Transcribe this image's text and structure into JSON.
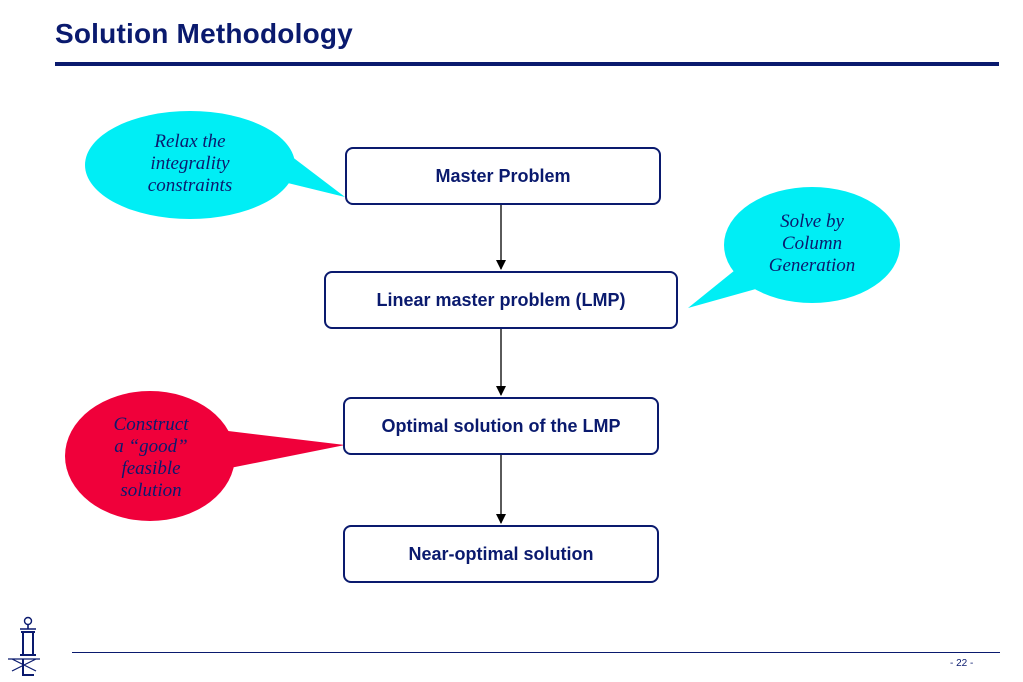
{
  "slide": {
    "title": "Solution Methodology",
    "page_number": "- 22 -"
  },
  "flowchart": {
    "nodes": [
      {
        "id": "master",
        "label": "Master Problem"
      },
      {
        "id": "lmp",
        "label": "Linear master problem (LMP)"
      },
      {
        "id": "optimal",
        "label": "Optimal solution of the LMP"
      },
      {
        "id": "near",
        "label": "Near-optimal solution"
      }
    ],
    "edges": [
      {
        "from": "master",
        "to": "lmp"
      },
      {
        "from": "lmp",
        "to": "optimal"
      },
      {
        "from": "optimal",
        "to": "near"
      }
    ]
  },
  "callouts": {
    "relax": {
      "lines": [
        "Relax the",
        "integrality",
        "constraints"
      ],
      "color": "#00eef5",
      "points_to": "master"
    },
    "column_generation": {
      "lines": [
        "Solve by",
        "Column",
        "Generation"
      ],
      "color": "#00eef5",
      "points_to": "lmp"
    },
    "construct": {
      "lines": [
        "Construct",
        "a “good”",
        "feasible",
        "solution"
      ],
      "color": "#f0003a",
      "points_to": "optimal"
    }
  },
  "colors": {
    "primary": "#0a1a6e",
    "cyan_callout": "#00eef5",
    "red_callout": "#f0003a"
  },
  "logo": {
    "icon": "institution-logo"
  }
}
